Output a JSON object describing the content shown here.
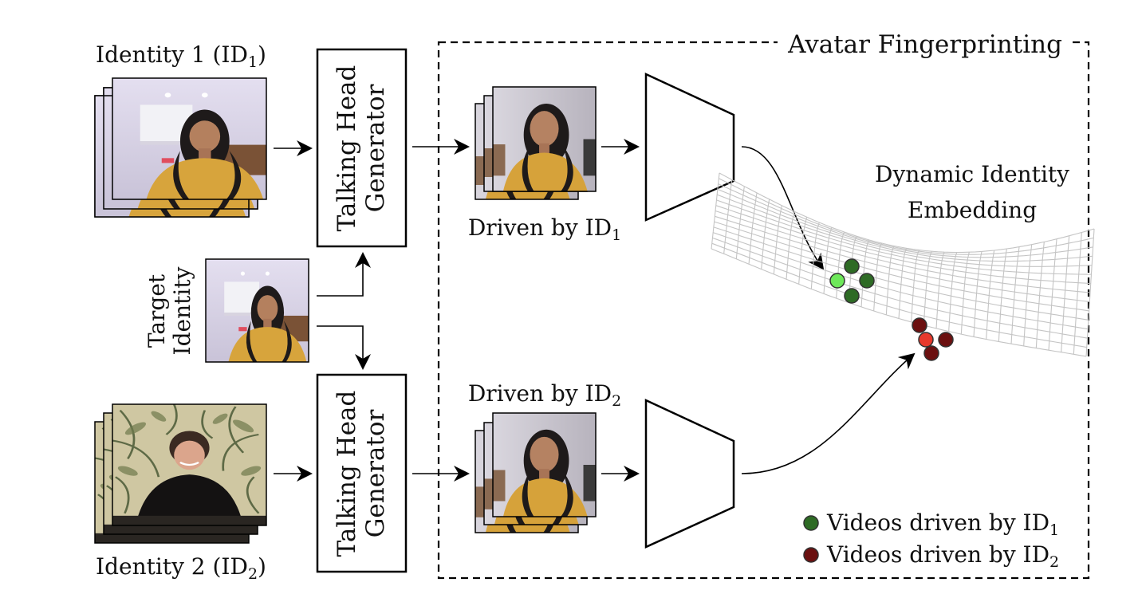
{
  "title": "Avatar Fingerprinting",
  "identity1": {
    "label": "Identity 1 (ID",
    "sub": "1",
    "close": ")"
  },
  "identity2": {
    "label": "Identity 2 (ID",
    "sub": "2",
    "close": ")"
  },
  "target": {
    "line1": "Target",
    "line2": "Identity"
  },
  "generator_top": {
    "line1": "Talking Head",
    "line2": "Generator"
  },
  "generator_bottom": {
    "line1": "Talking Head",
    "line2": "Generator"
  },
  "driven1": {
    "label": "Driven by ID",
    "sub": "1"
  },
  "driven2": {
    "label": "Driven by ID",
    "sub": "2"
  },
  "embedding": {
    "line1": "Dynamic Identity",
    "line2": "Embedding"
  },
  "legend": [
    {
      "label": "Videos driven by ID",
      "sub": "1",
      "color": "#2e6b25"
    },
    {
      "label": "Videos driven by ID",
      "sub": "2",
      "color": "#6b1010"
    }
  ],
  "colors": {
    "green_dark": "#2e6b25",
    "green_light": "#6ee85a",
    "red_dark": "#6b1010",
    "red_light": "#e8392c",
    "mesh": "#c4c4c4"
  },
  "icons": [
    "video-frame-stack-icon",
    "arrow-icon",
    "encoder-trapezoid-icon",
    "embedding-mesh-icon"
  ]
}
